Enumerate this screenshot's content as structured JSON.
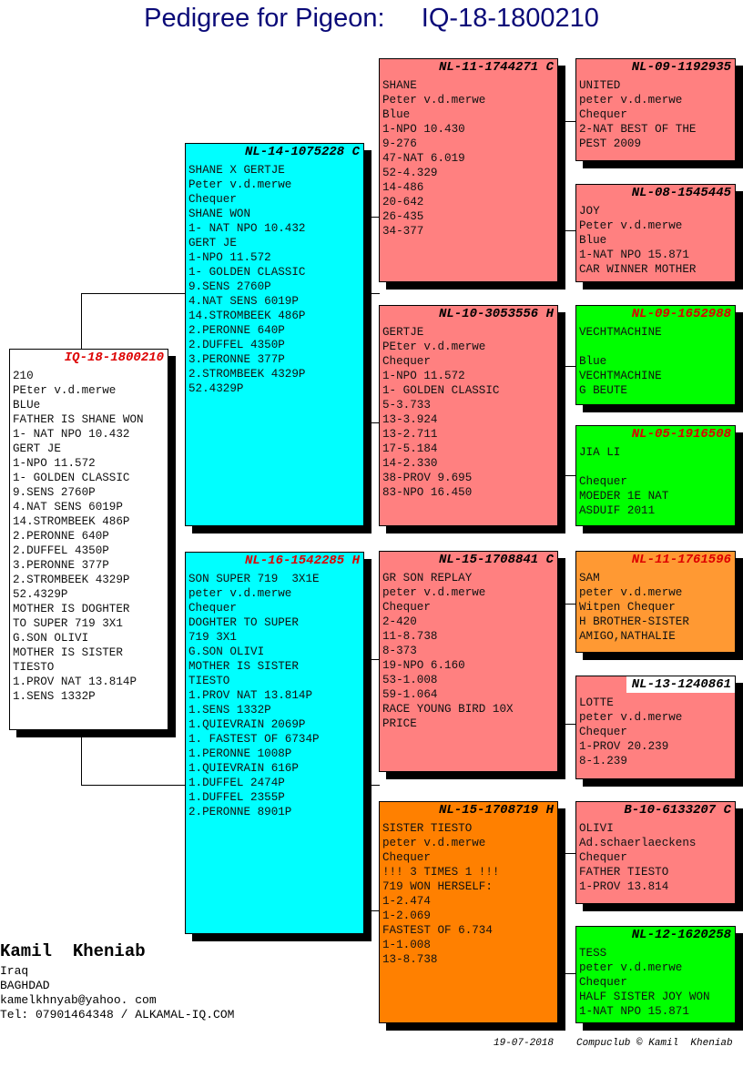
{
  "title": "Pedigree for Pigeon:     IQ-18-1800210",
  "pigeons": [
    {
      "id": "subject",
      "ring": "IQ-18-1800210",
      "ring_color": "red",
      "fill": "white",
      "ring_fill": "white",
      "lines": [
        "210",
        "PEter v.d.merwe",
        "BLUe",
        "FATHER IS SHANE WON",
        "1- NAT NPO 10.432",
        "GERT JE",
        "1-NPO 11.572",
        "1- GOLDEN CLASSIC",
        "9.SENS 2760P",
        "4.NAT SENS 6019P",
        "14.STROMBEEK 486P",
        "2.PERONNE 640P",
        "2.DUFFEL 4350P",
        "3.PERONNE 377P",
        "2.STROMBEEK 4329P",
        "52.4329P",
        "MOTHER IS DOGHTER",
        "TO SUPER 719 3X1",
        "G.SON OLIVI",
        "MOTHER IS SISTER",
        "TIESTO",
        "1.PROV NAT 13.814P",
        "1.SENS 1332P"
      ]
    },
    {
      "id": "sire",
      "ring": "NL-14-1075228 C",
      "ring_color": "black",
      "fill": "cyan",
      "ring_fill": "cyan",
      "lines": [
        "SHANE X GERTJE",
        "Peter v.d.merwe",
        "Chequer",
        "SHANE WON",
        "1- NAT NPO 10.432",
        "GERT JE",
        "1-NPO 11.572",
        "1- GOLDEN CLASSIC",
        "9.SENS 2760P",
        "4.NAT SENS 6019P",
        "14.STROMBEEK 486P",
        "2.PERONNE 640P",
        "2.DUFFEL 4350P",
        "3.PERONNE 377P",
        "2.STROMBEEK 4329P",
        "52.4329P"
      ]
    },
    {
      "id": "dam",
      "ring": "NL-16-1542285 H",
      "ring_color": "red",
      "fill": "cyan",
      "ring_fill": "cyan",
      "lines": [
        "SON SUPER 719  3X1E",
        "peter v.d.merwe",
        "Chequer",
        "DOGHTER TO SUPER",
        "719 3X1",
        "G.SON OLIVI",
        "MOTHER IS SISTER",
        "TIESTO",
        "1.PROV NAT 13.814P",
        "1.SENS 1332P",
        "1.QUIEVRAIN 2069P",
        "1. FASTEST OF 6734P",
        "1.PERONNE 1008P",
        "1.QUIEVRAIN 616P",
        "1.DUFFEL 2474P",
        "1.DUFFEL 2355P",
        "2.PERONNE 8901P"
      ]
    },
    {
      "id": "ss",
      "ring": "NL-11-1744271 C",
      "ring_color": "black",
      "fill": "pink",
      "ring_fill": "pink",
      "lines": [
        "SHANE",
        "Peter v.d.merwe",
        "Blue",
        "1-NPO 10.430",
        "9-276",
        "47-NAT 6.019",
        "52-4.329",
        "14-486",
        "20-642",
        "26-435",
        "34-377"
      ]
    },
    {
      "id": "sd",
      "ring": "NL-10-3053556 H",
      "ring_color": "black",
      "fill": "pink",
      "ring_fill": "pink",
      "lines": [
        "GERTJE",
        "PEter v.d.merwe",
        "Chequer",
        "1-NPO 11.572",
        "1- GOLDEN CLASSIC",
        "5-3.733",
        "13-3.924",
        "13-2.711",
        "17-5.184",
        "14-2.330",
        "38-PROV 9.695",
        "83-NPO 16.450"
      ]
    },
    {
      "id": "ds",
      "ring": "NL-15-1708841 C",
      "ring_color": "black",
      "fill": "pink",
      "ring_fill": "pink",
      "lines": [
        "GR SON REPLAY",
        "peter v.d.merwe",
        "Chequer",
        "2-420",
        "11-8.738",
        "8-373",
        "19-NPO 6.160",
        "53-1.008",
        "59-1.064",
        "RACE YOUNG BIRD 10X",
        "PRICE"
      ]
    },
    {
      "id": "dd",
      "ring": "NL-15-1708719 H",
      "ring_color": "black",
      "fill": "orange",
      "ring_fill": "orange",
      "lines": [
        "SISTER TIESTO",
        "peter v.d.merwe",
        "Chequer",
        "!!! 3 TIMES 1 !!!",
        "719 WON HERSELF:",
        "1-2.474",
        "1-2.069",
        "FASTEST OF 6.734",
        "1-1.008",
        "13-8.738"
      ]
    },
    {
      "id": "sss",
      "ring": "NL-09-1192935",
      "ring_color": "black",
      "fill": "pink",
      "ring_fill": "pink",
      "lines": [
        "UNITED",
        "peter v.d.merwe",
        "Chequer",
        "2-NAT BEST OF THE",
        "PEST 2009"
      ]
    },
    {
      "id": "ssd",
      "ring": "NL-08-1545445",
      "ring_color": "black",
      "fill": "pink",
      "ring_fill": "pink",
      "lines": [
        "JOY",
        "Peter v.d.merwe",
        "Blue",
        "1-NAT NPO 15.871",
        "CAR WINNER MOTHER"
      ]
    },
    {
      "id": "sds",
      "ring": "NL-09-1652988",
      "ring_color": "red",
      "fill": "green",
      "ring_fill": "green",
      "lines": [
        "VECHTMACHINE",
        "",
        "Blue",
        "VECHTMACHINE",
        "G BEUTE"
      ]
    },
    {
      "id": "sdd",
      "ring": "NL-05-1916508",
      "ring_color": "red",
      "fill": "green",
      "ring_fill": "green",
      "lines": [
        "JIA LI",
        "",
        "Chequer",
        "MOEDER 1E NAT",
        "ASDUIF 2011"
      ]
    },
    {
      "id": "dss",
      "ring": "NL-11-1761596",
      "ring_color": "red",
      "fill": "lorange",
      "ring_fill": "lorange",
      "lines": [
        "SAM",
        "peter v.d.merwe",
        "Witpen Chequer",
        "H BROTHER-SISTER",
        "AMIGO,NATHALIE"
      ]
    },
    {
      "id": "dsd",
      "ring": "NL-13-1240861",
      "ring_color": "black",
      "fill": "pink",
      "ring_fill": "white",
      "lines": [
        "LOTTE",
        "peter v.d.merwe",
        "Chequer",
        "1-PROV 20.239",
        "8-1.239"
      ]
    },
    {
      "id": "dds",
      "ring": "B-10-6133207 C",
      "ring_color": "black",
      "fill": "pink",
      "ring_fill": "pink",
      "lines": [
        "OLIVI",
        "Ad.schaerlaeckens",
        "Chequer",
        "FATHER TIESTO",
        "1-PROV 13.814"
      ]
    },
    {
      "id": "ddd",
      "ring": "NL-12-1620258",
      "ring_color": "black",
      "fill": "green",
      "ring_fill": "green",
      "lines": [
        "TESS",
        "peter v.d.merwe",
        "Chequer",
        "HALF SISTER JOY WON",
        "1-NAT NPO 15.871"
      ]
    }
  ],
  "owner": {
    "name": "Kamil  Kheniab",
    "country": "Iraq",
    "city": "BAGHDAD",
    "email": "kamelkhnyab@yahoo. com",
    "phone": "Tel: 07901464348 / ALKAMAL-IQ.COM"
  },
  "footer": {
    "date": "19-07-2018",
    "credit": "Compuclub © Kamil  Kheniab"
  }
}
